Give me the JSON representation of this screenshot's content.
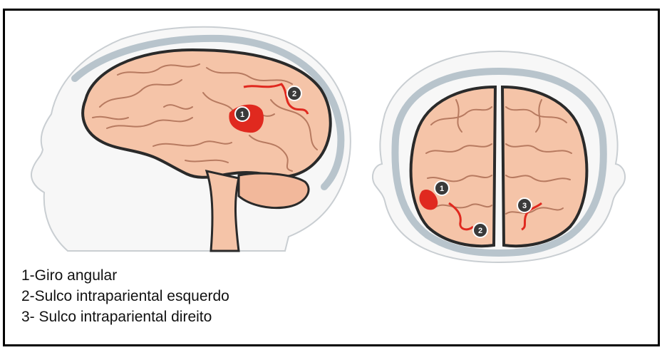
{
  "diagram": {
    "colors": {
      "brain": "#f5c4a8",
      "gyri_line": "#b77a60",
      "outline": "#2a2a2a",
      "skull": "#b8c4cc",
      "head": "#f7f7f7",
      "highlight": "#e0291f"
    },
    "markers": [
      {
        "label": "1"
      },
      {
        "label": "2"
      },
      {
        "label": "1"
      },
      {
        "label": "2"
      },
      {
        "label": "3"
      }
    ],
    "legend": [
      "1-Giro angular",
      "2-Sulco intrapariental esquerdo",
      "3- Sulco intrapariental direito"
    ]
  }
}
